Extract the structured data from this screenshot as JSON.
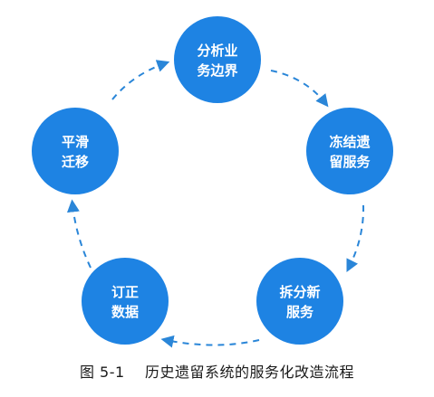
{
  "colors": {
    "node_fill": "#1e83e3",
    "arrow": "#2a86d8",
    "label_text": "#ffffff",
    "caption_text": "#1a1a1a"
  },
  "nodes": [
    {
      "id": "analyze",
      "lines": [
        "分析业",
        "务边界"
      ]
    },
    {
      "id": "freeze",
      "lines": [
        "冻结遗",
        "留服务"
      ]
    },
    {
      "id": "split",
      "lines": [
        "拆分新",
        "服务"
      ]
    },
    {
      "id": "revise",
      "lines": [
        "订正",
        "数据"
      ]
    },
    {
      "id": "migrate",
      "lines": [
        "平滑",
        "迁移"
      ]
    }
  ],
  "caption": {
    "figure_number": "图 5-1",
    "title": "历史遗留系统的服务化改造流程"
  }
}
